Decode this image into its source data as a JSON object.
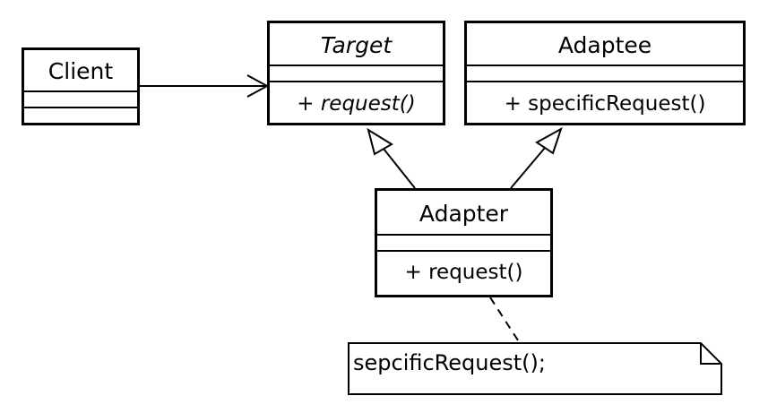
{
  "classes": {
    "client": {
      "name": "Client",
      "members": []
    },
    "target": {
      "name": "Target",
      "members": [
        "+ request()"
      ]
    },
    "adaptee": {
      "name": "Adaptee",
      "members": [
        "+ specificRequest()"
      ]
    },
    "adapter": {
      "name": "Adapter",
      "members": [
        "+ request()"
      ]
    }
  },
  "note": {
    "text": "sepcificRequest();"
  },
  "relationships": [
    {
      "from": "Client",
      "to": "Target",
      "type": "association"
    },
    {
      "from": "Adapter",
      "to": "Target",
      "type": "generalization"
    },
    {
      "from": "Adapter",
      "to": "Adaptee",
      "type": "generalization"
    },
    {
      "from": "Adapter",
      "to": "note",
      "type": "note-link"
    }
  ]
}
